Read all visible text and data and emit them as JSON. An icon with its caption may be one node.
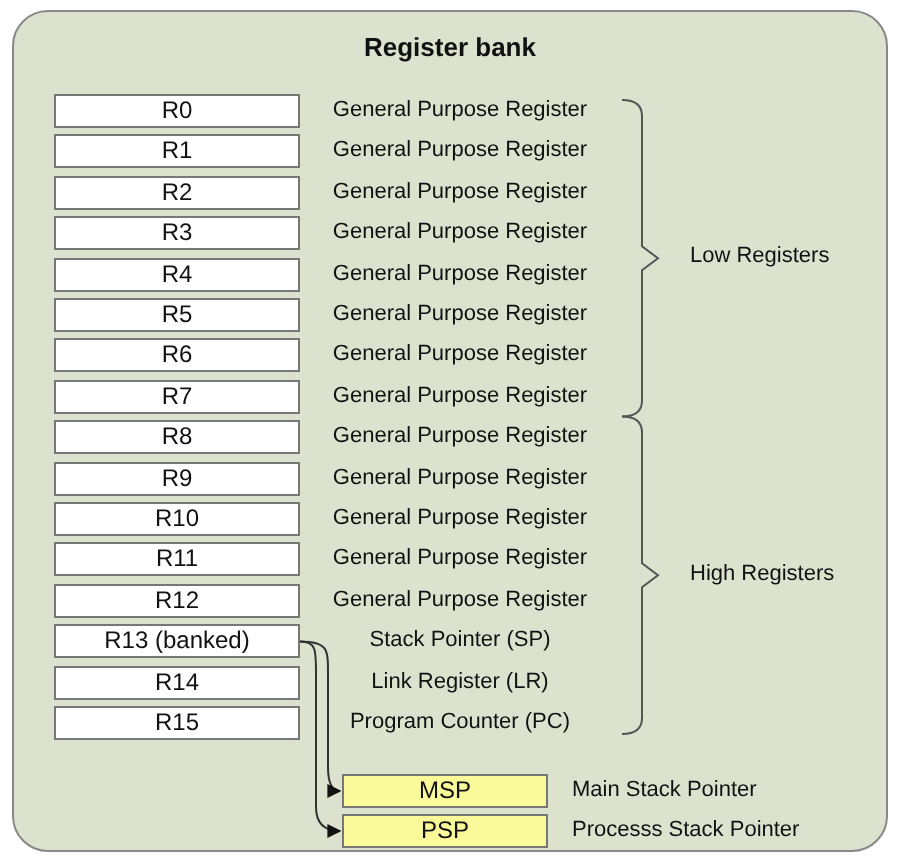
{
  "diagram": {
    "nodes": [
      {
        "text": [
          "Register bank"
        ]
      },
      {
        "text": [
          "R0"
        ],
        "in": 0,
        "beside": [
          "General Purpose Register"
        ]
      },
      {
        "text": [
          "R1"
        ],
        "in": 0,
        "beside": [
          "General Purpose Register"
        ]
      },
      {
        "text": [
          "R2"
        ],
        "in": 0,
        "beside": [
          "General Purpose Register"
        ]
      },
      {
        "text": [
          "R3"
        ],
        "in": 0,
        "beside": [
          "General Purpose Register"
        ]
      },
      {
        "text": [
          "R4"
        ],
        "in": 0,
        "beside": [
          "General Purpose Register"
        ]
      },
      {
        "text": [
          "R5"
        ],
        "in": 0,
        "beside": [
          "General Purpose Register"
        ]
      },
      {
        "text": [
          "R6"
        ],
        "in": 0,
        "beside": [
          "General Purpose Register"
        ]
      },
      {
        "text": [
          "R7"
        ],
        "in": 0,
        "beside": [
          "General Purpose Register"
        ]
      },
      {
        "text": [
          "R8"
        ],
        "in": 0,
        "beside": [
          "General Purpose Register"
        ]
      },
      {
        "text": [
          "R9"
        ],
        "in": 0,
        "beside": [
          "General Purpose Register"
        ]
      },
      {
        "text": [
          "R10"
        ],
        "in": 0,
        "beside": [
          "General Purpose Register"
        ]
      },
      {
        "text": [
          "R11"
        ],
        "in": 0,
        "beside": [
          "General Purpose Register"
        ]
      },
      {
        "text": [
          "R12"
        ],
        "in": 0,
        "beside": [
          "General Purpose Register"
        ]
      },
      {
        "text": [
          "R13 (banked)"
        ],
        "in": 0,
        "beside": [
          "Stack Pointer (SP)"
        ]
      },
      {
        "text": [
          "R14"
        ],
        "in": 0,
        "beside": [
          "Link Register (LR)"
        ]
      },
      {
        "text": [
          "R15"
        ],
        "in": 0,
        "beside": [
          "Program Counter (PC)"
        ]
      },
      {
        "text": [
          "MSP"
        ],
        "in": 0,
        "beside": [
          "Main Stack Pointer"
        ]
      },
      {
        "text": [
          "PSP"
        ],
        "in": 0,
        "beside": [
          "Processs Stack Pointer"
        ]
      }
    ],
    "edges": [
      {
        "from": 14,
        "to": 17,
        "arrow": "to"
      },
      {
        "from": 14,
        "to": 18,
        "arrow": "to"
      }
    ],
    "labels": [
      "Low Registers",
      "High Registers"
    ]
  }
}
